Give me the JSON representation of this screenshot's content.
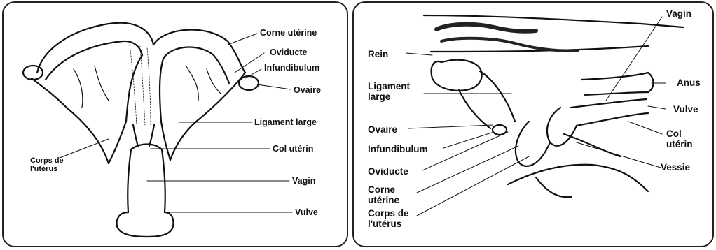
{
  "left_diagram": {
    "labels": {
      "corne_uterine": "Corne utérine",
      "oviducte": "Oviducte",
      "infundibulum": "Infundibulum",
      "ovaire": "Ovaire",
      "ligament_large": "Ligament large",
      "corps_uterus": "Corps de\nl'utérus",
      "col_uterin": "Col utérin",
      "vagin": "Vagin",
      "vulve": "Vulve"
    }
  },
  "right_diagram": {
    "labels": {
      "vagin": "Vagin",
      "rein": "Rein",
      "ligament_large": "Ligament\nlarge",
      "anus": "Anus",
      "vulve": "Vulve",
      "ovaire": "Ovaire",
      "col_uterin": "Col\nutérin",
      "infundibulum": "Infundibulum",
      "vessie": "Vessie",
      "oviducte": "Oviducte",
      "corne_uterine": "Corne\nutérine",
      "corps_uterus": "Corps de\nl'utérus"
    }
  }
}
